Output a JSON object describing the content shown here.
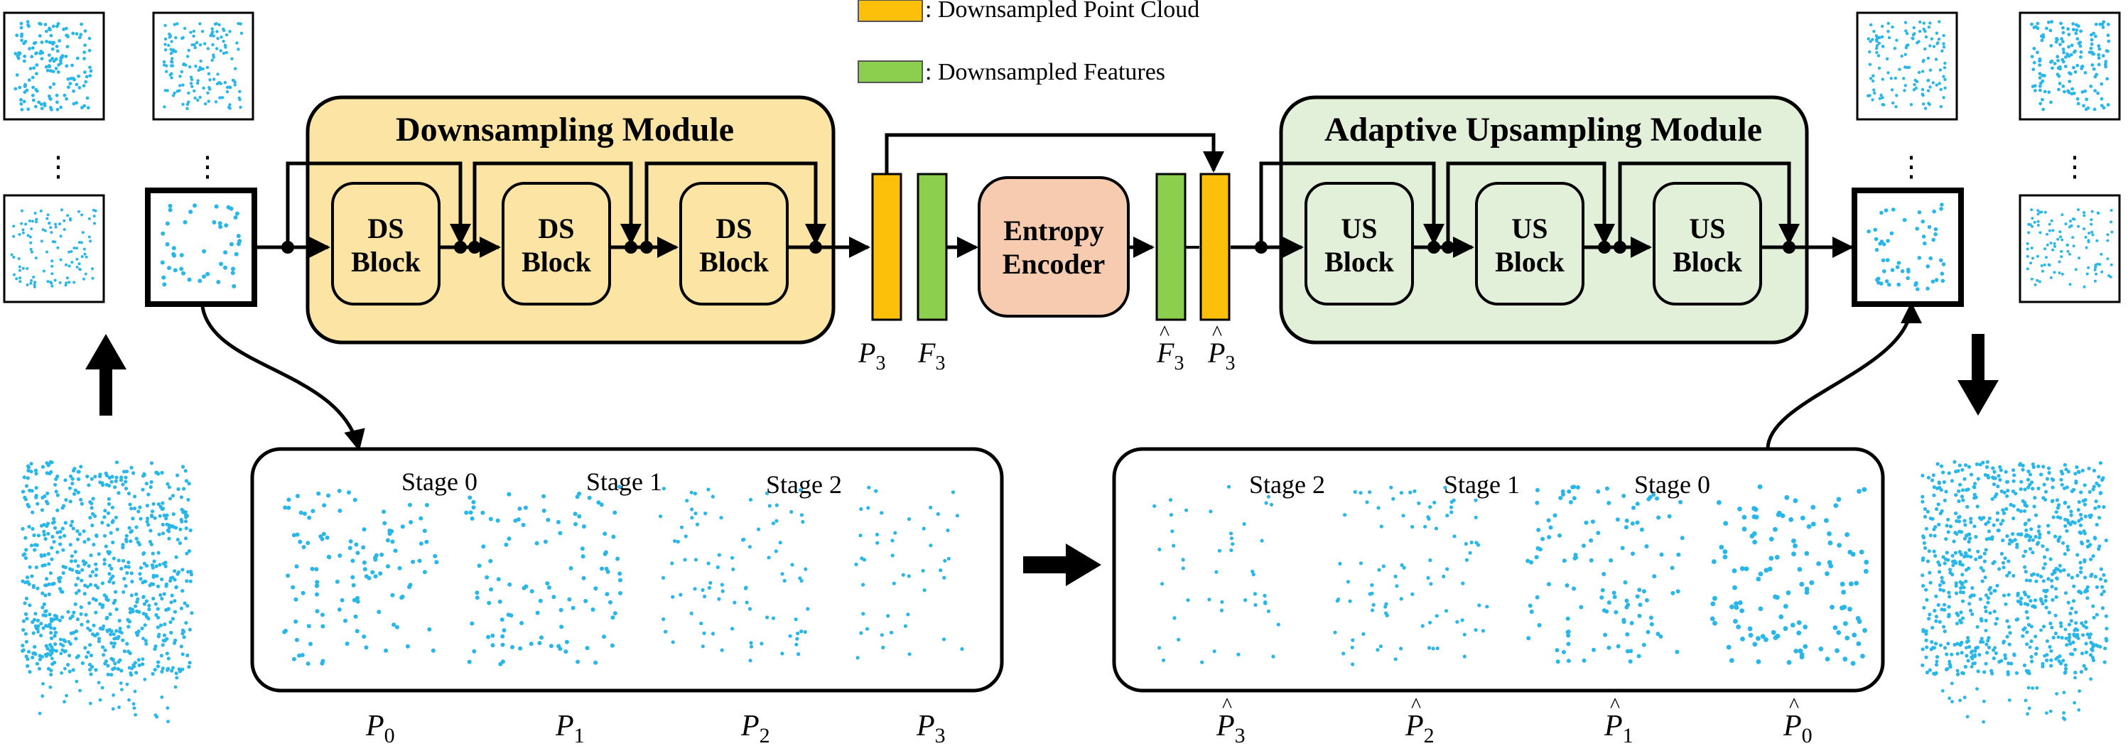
{
  "legend": {
    "point_cloud": ": Downsampled Point Cloud",
    "features": ": Downsampled Features"
  },
  "modules": {
    "downsampling": "Downsampling Module",
    "upsampling": "Adaptive Upsampling  Module",
    "entropy_line1": "Entropy",
    "entropy_line2": "Encoder"
  },
  "blocks": {
    "ds_line1": "DS",
    "us_line1": "US",
    "line2": "Block"
  },
  "stages": {
    "left": [
      "Stage 0",
      "Stage 1",
      "Stage 2"
    ],
    "right": [
      "Stage 2",
      "Stage 1",
      "Stage 0"
    ]
  },
  "symbols": {
    "p": "P",
    "f": "F",
    "hat": "^",
    "dots": "⋮",
    "enc_p": "3",
    "enc_f": "3",
    "left_subs": [
      "0",
      "1",
      "2",
      "3"
    ],
    "right_subs": [
      "3",
      "2",
      "1",
      "0"
    ]
  },
  "colors": {
    "ds_module": "#fbe4a4",
    "us_module": "#e2efd9",
    "entropy": "#f7cbb0",
    "point_cloud_bar": "#fcbf0a",
    "feature_bar": "#8ccf4f",
    "points": "#29b6e8"
  }
}
